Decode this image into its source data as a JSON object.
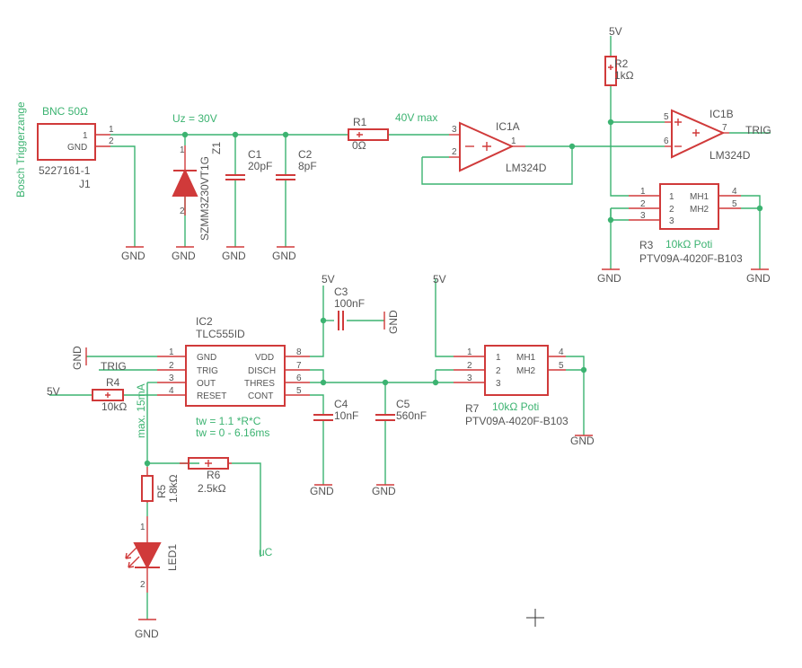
{
  "title": "",
  "nets": {
    "uz": "Uz = 30V",
    "v40": "40V max",
    "trig_out": "TRIG",
    "trig_in": "TRIG",
    "v5_r2": "5V",
    "v5_c3": "5V",
    "v5_r7": "5V",
    "v5_r4": "5V",
    "uc": "uC",
    "max_current": "max. 15mA",
    "timing1": "tw = 1.1 *R*C",
    "timing2": "tw = 0 - 6.16ms",
    "gnd": "GND"
  },
  "connector": {
    "name": "J1",
    "value": "BNC 50Ω",
    "part": "5227161-1",
    "side_label": "Bosch Triggerzange",
    "pin1": "1",
    "pin2": "2",
    "pin_label": "GND"
  },
  "zener": {
    "name": "Z1",
    "part": "SZMM3Z30VT1G",
    "pin1": "1",
    "pin2": "2"
  },
  "c1": {
    "name": "C1",
    "value": "20pF"
  },
  "c2": {
    "name": "C2",
    "value": "8pF"
  },
  "r1": {
    "name": "R1",
    "value": "0Ω"
  },
  "ic1a": {
    "name": "IC1A",
    "part": "LM324D",
    "pins": [
      "3",
      "2",
      "1"
    ]
  },
  "ic1b": {
    "name": "IC1B",
    "part": "LM324D",
    "pins": [
      "5",
      "6",
      "7"
    ]
  },
  "r2": {
    "name": "R2",
    "value": "1kΩ"
  },
  "r3": {
    "name": "R3",
    "value": "10kΩ Poti",
    "part": "PTV09A-4020F-B103",
    "pins": [
      "1",
      "2",
      "3",
      "4",
      "5"
    ],
    "labels": [
      "MH1",
      "MH2"
    ]
  },
  "ic2": {
    "name": "IC2",
    "part": "TLC555ID",
    "left_pins": [
      "1",
      "2",
      "3",
      "4"
    ],
    "left_labels": [
      "GND",
      "TRIG",
      "OUT",
      "RESET"
    ],
    "right_pins": [
      "8",
      "7",
      "6",
      "5"
    ],
    "right_labels": [
      "VDD",
      "DISCH",
      "THRES",
      "CONT"
    ]
  },
  "c3": {
    "name": "C3",
    "value": "100nF"
  },
  "c4": {
    "name": "C4",
    "value": "10nF"
  },
  "c5": {
    "name": "C5",
    "value": "560nF"
  },
  "r4": {
    "name": "R4",
    "value": "10kΩ"
  },
  "r5": {
    "name": "R5",
    "value": "1.8kΩ"
  },
  "r6": {
    "name": "R6",
    "value": "2.5kΩ"
  },
  "led": {
    "name": "LED1",
    "pin1": "1",
    "pin2": "2"
  },
  "r7": {
    "name": "R7",
    "value": "10kΩ Poti",
    "part": "PTV09A-4020F-B103",
    "pins": [
      "1",
      "2",
      "3",
      "4",
      "5"
    ],
    "labels": [
      "MH1",
      "MH2"
    ]
  },
  "colors": {
    "symbol": "#d03a3a",
    "wire": "#3cb371",
    "label": "#555555"
  }
}
